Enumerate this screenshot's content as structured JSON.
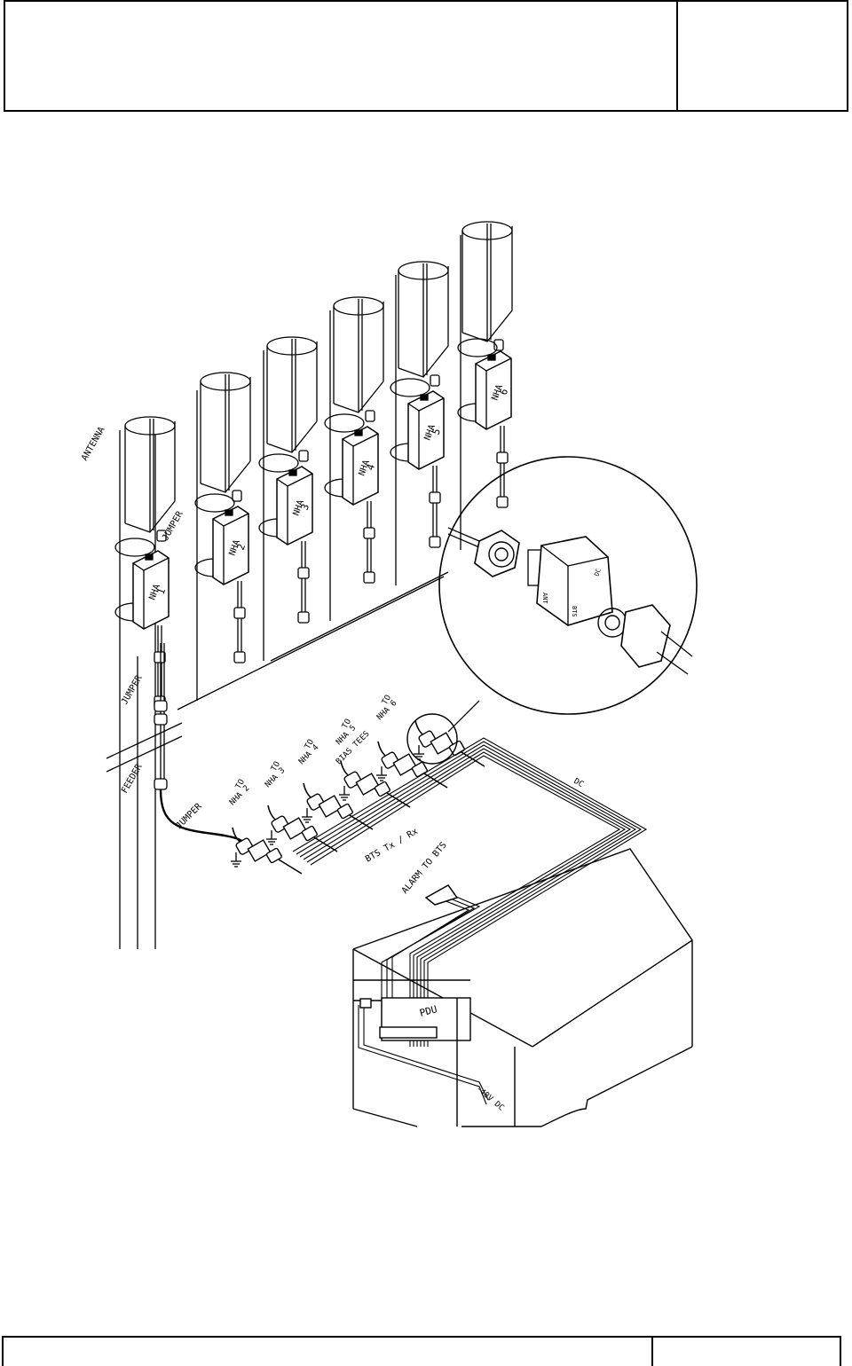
{
  "labels": {
    "antenna": "ANTENNA",
    "jumper_top": "JUMPER",
    "jumper_mid": "JUMPER",
    "feeder": "FEEDER",
    "jumper_bottom": "JUMPER",
    "to": "TO",
    "nha2": "NHA 2",
    "nha3": "NHA 3",
    "nha4": "NHA 4",
    "nha5": "NHA 5",
    "nha6": "NHA 6",
    "bias_tees": "BIAS TEES",
    "bts_txrx": "BTS Tx / Rx",
    "dc": "DC",
    "alarm": "ALARM TO BTS",
    "pdu": "PDU",
    "minus48": "-48V DC"
  },
  "units": [
    {
      "name": "NHA",
      "num": "1"
    },
    {
      "name": "NHA",
      "num": "2"
    },
    {
      "name": "NHA",
      "num": "3"
    },
    {
      "name": "NHA",
      "num": "4"
    },
    {
      "name": "NHA",
      "num": "5"
    },
    {
      "name": "NHA",
      "num": "6"
    }
  ],
  "inset": {
    "dc": "DC",
    "ant": "ANT",
    "bts": "BTS"
  }
}
